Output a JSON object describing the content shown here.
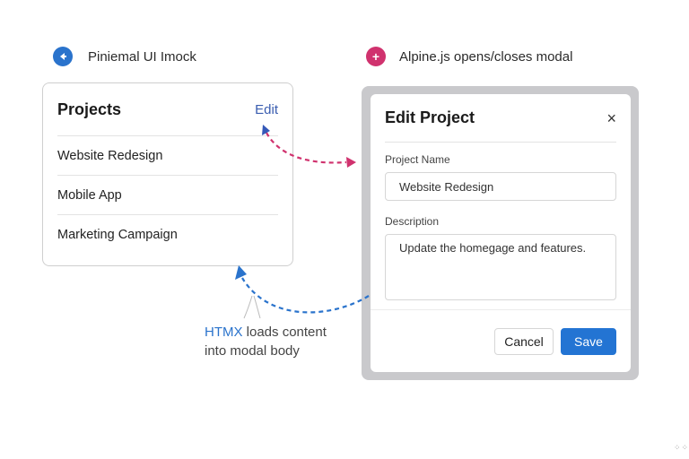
{
  "captions": {
    "left": {
      "icon": "arrow-left-icon",
      "text": "Piniemal UI Imock",
      "color": "#2a73cc"
    },
    "right": {
      "icon": "plus-icon",
      "text": "Alpine.js opens/closes modal",
      "color": "#d0326e"
    }
  },
  "projects_card": {
    "title": "Projects",
    "edit_label": "Edit",
    "items": [
      {
        "label": "Website Redesign"
      },
      {
        "label": "Mobile App"
      },
      {
        "label": "Marketing Campaign"
      }
    ]
  },
  "modal": {
    "title": "Edit Project",
    "close_icon": "×",
    "fields": {
      "name_label": "Project Name",
      "name_value": "Website Redesign",
      "description_label": "Description",
      "description_value": "Update the homegage and features."
    },
    "buttons": {
      "cancel": "Cancel",
      "save": "Save"
    },
    "accent_color": "#2374d3"
  },
  "annotation": {
    "accent": "HTMX",
    "line1_rest": " loads content",
    "line2": "into modal body"
  },
  "arrows": {
    "edit_to_modal": {
      "color": "#d0326e",
      "style": "dashed"
    },
    "modal_to_card": {
      "color": "#2a73cc",
      "style": "dashed"
    }
  },
  "watermark": "⁘⁘"
}
